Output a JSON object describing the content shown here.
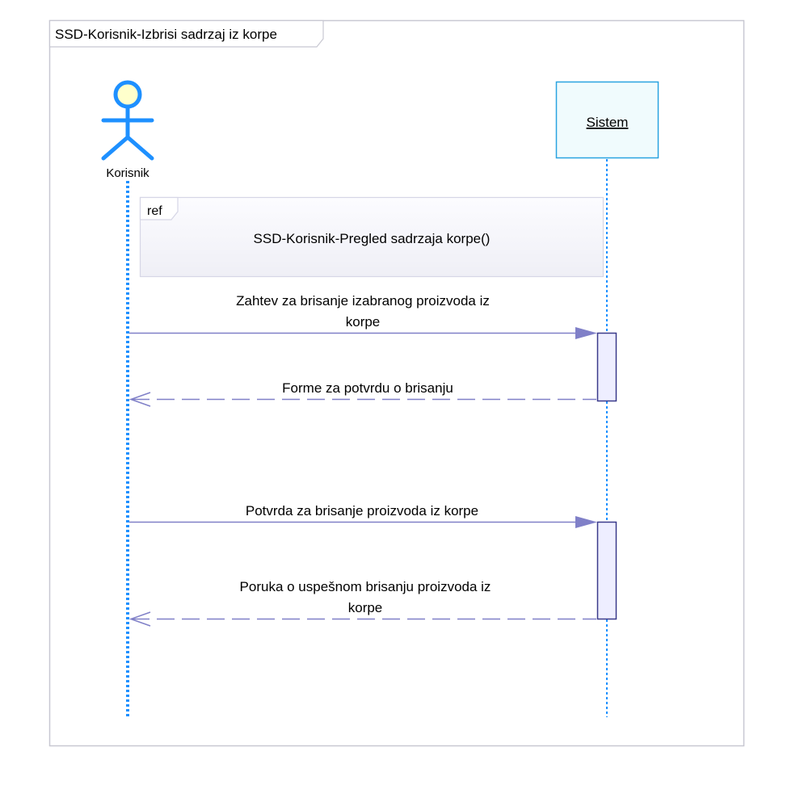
{
  "frame": {
    "title": "SSD-Korisnik-Izbrisi sadrzaj iz korpe"
  },
  "actor": {
    "name": "Korisnik",
    "color": "#1e90ff"
  },
  "system": {
    "name": "Sistem",
    "fill": "#f0fbfd",
    "border": "#2aa3e0"
  },
  "ref_fragment": {
    "label": "ref",
    "text": "SSD-Korisnik-Pregled sadrzaja korpe()"
  },
  "messages": [
    {
      "line1": "Zahtev za brisanje izabranog  proizvoda iz",
      "line2": "korpe",
      "kind": "sync"
    },
    {
      "line1": "Forme za potvrdu o brisanju",
      "line2": "",
      "kind": "reply"
    },
    {
      "line1": "Potvrda za brisanje proizvoda iz korpe",
      "line2": "",
      "kind": "sync"
    },
    {
      "line1": "Poruka o uspešnom brisanju proizvoda iz",
      "line2": "korpe",
      "kind": "reply"
    }
  ],
  "colors": {
    "message_line": "#8080c8",
    "lifeline": "#1e90ff",
    "activation_fill": "#eeeeff",
    "activation_border": "#3a3a8a"
  }
}
